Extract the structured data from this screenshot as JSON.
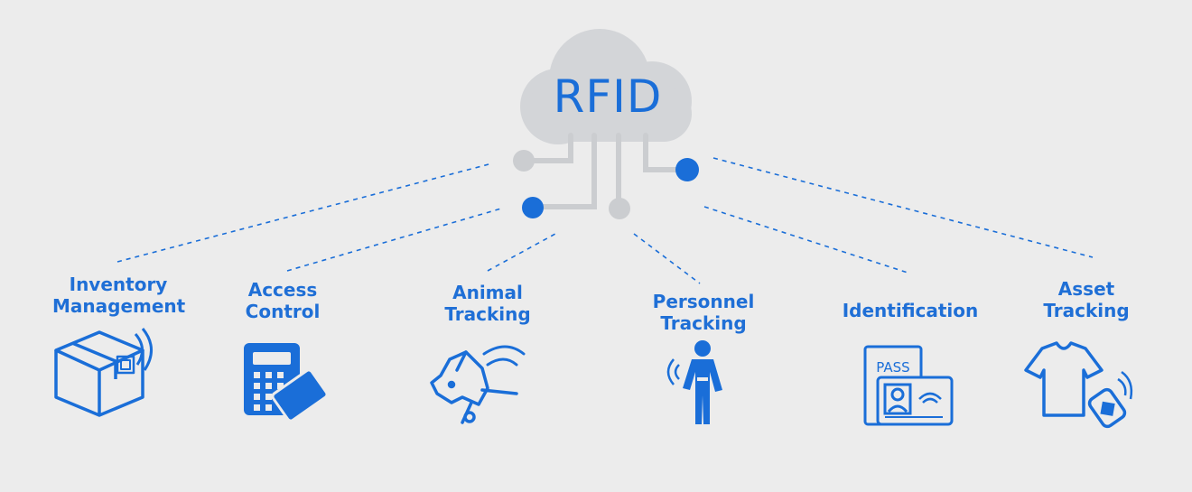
{
  "diagram": {
    "hub": {
      "label": "RFID",
      "icon": "cloud-icon"
    },
    "applications": [
      {
        "lines": [
          "Inventory",
          "Management"
        ],
        "icon": "package-rfid-tag-icon"
      },
      {
        "lines": [
          "Access",
          "Control"
        ],
        "icon": "keypad-card-icon"
      },
      {
        "lines": [
          "Animal",
          "Tracking"
        ],
        "icon": "dog-tag-icon"
      },
      {
        "lines": [
          "Personnel",
          "Tracking"
        ],
        "icon": "person-badge-icon"
      },
      {
        "lines": [
          "Identification"
        ],
        "icon": "passport-id-card-icon"
      },
      {
        "lines": [
          "Asset",
          "Tracking"
        ],
        "icon": "tshirt-tag-icon"
      }
    ],
    "colors": {
      "background": "#ececec",
      "accent": "#1a6ed8",
      "cloud": "#d3d5d8",
      "connector": "#cbcdd0"
    }
  }
}
